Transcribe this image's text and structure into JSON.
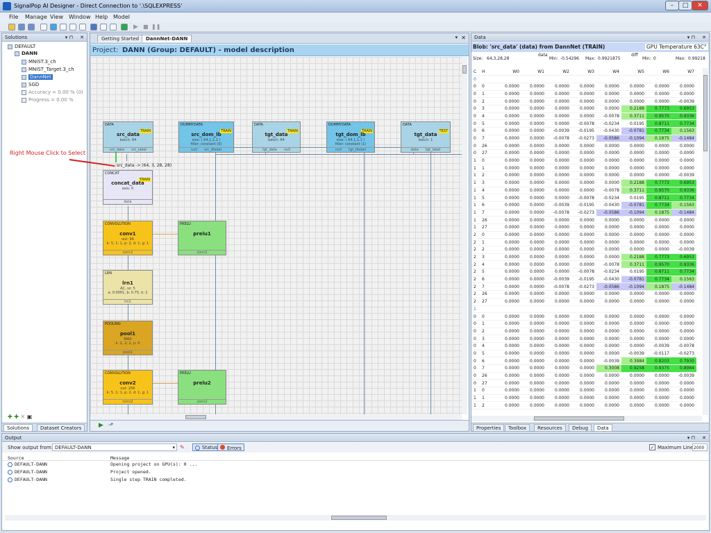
{
  "window": {
    "title": "SignalPop AI Designer - Direct Connection to '.\\SQLEXPRESS'"
  },
  "menu": [
    "File",
    "Manage",
    "View",
    "Window",
    "Help",
    "Model"
  ],
  "solutions": {
    "header": "Solutions",
    "tree": [
      {
        "label": "DEFAULT",
        "indent": 0,
        "bold": false
      },
      {
        "label": "DANN",
        "indent": 1,
        "bold": true
      },
      {
        "label": "MNIST.3_ch",
        "indent": 2,
        "bold": false
      },
      {
        "label": "MNIST_Target.3_ch",
        "indent": 2,
        "bold": false
      },
      {
        "label": "DannNet",
        "indent": 2,
        "bold": false,
        "selected": true
      },
      {
        "label": "SGD",
        "indent": 2,
        "bold": false
      },
      {
        "label": "Accuracy = 0.00 % (0)",
        "indent": 2,
        "bold": false,
        "gray": true
      },
      {
        "label": "Progress = 0.00 %",
        "indent": 2,
        "bold": false,
        "gray": true
      }
    ],
    "tabs": [
      "Solutions",
      "Dataset Creators"
    ]
  },
  "doc": {
    "tabs": [
      "Getting Started",
      "DannNet-DANN"
    ],
    "project_label": "Project:",
    "project_title": "DANN (Group: DEFAULT) -  model description",
    "annotation": "Right Mouse Click to Select",
    "wire_label": "src_data -> (64, 3, 28, 28)"
  },
  "nodes": [
    {
      "id": "src_data",
      "type": "DATA",
      "name": "src_data",
      "sub": "batch: 64",
      "badge": "TRAIN",
      "foot": [
        "src_data",
        "src_label"
      ],
      "color": "#a9d4e6"
    },
    {
      "id": "src_dom_lbl",
      "type": "DUMMYDATA",
      "name": "src_dom_lb",
      "sub": "size: ( 64,1,1,1 )\nfiller: constant (0)",
      "badge": "TRAIN",
      "foot": [
        "null",
        "src_dlabel"
      ],
      "color": "#72c4e8"
    },
    {
      "id": "tgt_data",
      "type": "DATA",
      "name": "tgt_data",
      "sub": "batch: 64",
      "badge": "TRAIN",
      "foot": [
        "tgt_data",
        "null"
      ],
      "color": "#a9d4e6"
    },
    {
      "id": "tgt_dom_lbl",
      "type": "DUMMYDATA",
      "name": "tgt_dom_lb",
      "sub": "size: ( 64,1,1,1 )\nfiller: constant (1)",
      "badge": "TRAIN",
      "foot": [
        "null",
        "tgt_dlabel"
      ],
      "color": "#72c4e8"
    },
    {
      "id": "tgt_data_test",
      "type": "DATA",
      "name": "tgt_data",
      "sub": "batch: 1",
      "badge": "TEST",
      "foot": [
        "data",
        "tgt_label"
      ],
      "color": "#a9d4e6"
    },
    {
      "id": "concat_data",
      "type": "CONCAT",
      "name": "concat_data",
      "sub": "axis: 0",
      "badge": "TRAIN",
      "foot": [
        "data"
      ],
      "color": "#e6e6f6"
    },
    {
      "id": "conv1",
      "type": "CONVOLUTION",
      "name": "conv1",
      "sub": "out: 96\nk: 5, 1; 1, p: 2, d: 1, g: 1",
      "badge": "",
      "foot": [
        "conv1"
      ],
      "color": "#f7c31a"
    },
    {
      "id": "prelu1",
      "type": "PRELU",
      "name": "prelu1",
      "sub": "",
      "badge": "",
      "foot": [
        "conv1"
      ],
      "color": "#8ae07e"
    },
    {
      "id": "lrn1",
      "type": "LRN",
      "name": "lrn1",
      "sub": "AC, sz: 5\na: 0.0001, b: 0.75, k: 2",
      "badge": "",
      "foot": [
        "lrn1"
      ],
      "color": "#ece3a9"
    },
    {
      "id": "pool1",
      "type": "POOLING",
      "name": "pool1",
      "sub": "MAX\nk: 2, 2; 2, p: 0",
      "badge": "",
      "foot": [
        "pool1"
      ],
      "color": "#d9a523"
    },
    {
      "id": "conv2",
      "type": "CONVOLUTION",
      "name": "conv2",
      "sub": "out: 256\nk: 5, 1; 1, p: 2, d: 1, g: 1",
      "badge": "",
      "foot": [
        "conv2"
      ],
      "color": "#f7c31a"
    },
    {
      "id": "prelu2",
      "type": "PRELU",
      "name": "prelu2",
      "sub": "",
      "badge": "",
      "foot": [
        "conv2"
      ],
      "color": "#8ae07e"
    }
  ],
  "data_panel": {
    "header": "Data",
    "blob_title": "Blob: 'src_data' (data) from DannNet (TRAIN)",
    "gpu": "GPU Temperature 63C°",
    "size_label": "Size:",
    "size": "64,3,28,28",
    "data_label": "data",
    "min_label": "Min:",
    "min": "-0.54296",
    "max_label": "Max:",
    "max": "0.9921875",
    "diff_label": "diff",
    "diff_min_label": "Min:",
    "diff_min": "0",
    "diff_max_label": "Max:",
    "diff_max": "0.99218",
    "columns": [
      "C",
      "H",
      "W0",
      "W1",
      "W2",
      "W3",
      "W4",
      "W5",
      "W6",
      "W7"
    ],
    "rows": [
      [
        "0",
        "",
        "",
        "",
        "",
        "",
        "",
        "",
        "",
        ""
      ],
      [
        "0",
        "0",
        "0.0000",
        "0.0000",
        "0.0000",
        "0.0000",
        "0.0000",
        "0.0000",
        "0.0000",
        "0.0000"
      ],
      [
        "0",
        "1",
        "0.0000",
        "0.0000",
        "0.0000",
        "0.0000",
        "0.0000",
        "0.0000",
        "0.0000",
        "0.0000"
      ],
      [
        "0",
        "2",
        "0.0000",
        "0.0000",
        "0.0000",
        "0.0000",
        "0.0000",
        "0.0000",
        "0.0000",
        "-0.0039"
      ],
      [
        "0",
        "3",
        "0.0000",
        "0.0000",
        "0.0000",
        "0.0000",
        "0.0000",
        "0.2188",
        "0.7773",
        "0.6953"
      ],
      [
        "0",
        "4",
        "0.0000",
        "0.0000",
        "0.0000",
        "0.0000",
        "-0.0078",
        "0.3711",
        "0.9570",
        "0.9336"
      ],
      [
        "0",
        "5",
        "0.0000",
        "0.0000",
        "0.0000",
        "-0.0078",
        "-0.0234",
        "0.0195",
        "0.8711",
        "0.7734"
      ],
      [
        "0",
        "6",
        "0.0000",
        "0.0000",
        "-0.0039",
        "-0.0195",
        "-0.0430",
        "-0.0781",
        "0.7734",
        "0.1563"
      ],
      [
        "0",
        "7",
        "0.0000",
        "0.0000",
        "-0.0078",
        "-0.0273",
        "-0.0586",
        "-0.1094",
        "0.1875",
        "-0.1484"
      ],
      [
        "0",
        "26",
        "0.0000",
        "0.0000",
        "0.0000",
        "0.0000",
        "0.0000",
        "0.0000",
        "0.0000",
        "0.0000"
      ],
      [
        "0",
        "27",
        "0.0000",
        "0.0000",
        "0.0000",
        "0.0000",
        "0.0000",
        "0.0000",
        "0.0000",
        "0.0000"
      ],
      [
        "1",
        "0",
        "0.0000",
        "0.0000",
        "0.0000",
        "0.0000",
        "0.0000",
        "0.0000",
        "0.0000",
        "0.0000"
      ],
      [
        "1",
        "1",
        "0.0000",
        "0.0000",
        "0.0000",
        "0.0000",
        "0.0000",
        "0.0000",
        "0.0000",
        "0.0000"
      ],
      [
        "1",
        "2",
        "0.0000",
        "0.0000",
        "0.0000",
        "0.0000",
        "0.0000",
        "0.0000",
        "0.0000",
        "-0.0039"
      ],
      [
        "1",
        "3",
        "0.0000",
        "0.0000",
        "0.0000",
        "0.0000",
        "0.0000",
        "0.2188",
        "0.7773",
        "0.6953"
      ],
      [
        "1",
        "4",
        "0.0000",
        "0.0000",
        "0.0000",
        "0.0000",
        "-0.0078",
        "0.3711",
        "0.9570",
        "0.9336"
      ],
      [
        "1",
        "5",
        "0.0000",
        "0.0000",
        "0.0000",
        "-0.0078",
        "-0.0234",
        "0.0195",
        "0.8711",
        "0.7734"
      ],
      [
        "1",
        "6",
        "0.0000",
        "0.0000",
        "-0.0039",
        "-0.0195",
        "-0.0430",
        "-0.0781",
        "0.7734",
        "0.1563"
      ],
      [
        "1",
        "7",
        "0.0000",
        "0.0000",
        "-0.0078",
        "-0.0273",
        "-0.0586",
        "-0.1094",
        "0.1875",
        "-0.1484"
      ],
      [
        "1",
        "26",
        "0.0000",
        "0.0000",
        "0.0000",
        "0.0000",
        "0.0000",
        "0.0000",
        "0.0000",
        "0.0000"
      ],
      [
        "1",
        "27",
        "0.0000",
        "0.0000",
        "0.0000",
        "0.0000",
        "0.0000",
        "0.0000",
        "0.0000",
        "0.0000"
      ],
      [
        "2",
        "0",
        "0.0000",
        "0.0000",
        "0.0000",
        "0.0000",
        "0.0000",
        "0.0000",
        "0.0000",
        "0.0000"
      ],
      [
        "2",
        "1",
        "0.0000",
        "0.0000",
        "0.0000",
        "0.0000",
        "0.0000",
        "0.0000",
        "0.0000",
        "0.0000"
      ],
      [
        "2",
        "2",
        "0.0000",
        "0.0000",
        "0.0000",
        "0.0000",
        "0.0000",
        "0.0000",
        "0.0000",
        "-0.0039"
      ],
      [
        "2",
        "3",
        "0.0000",
        "0.0000",
        "0.0000",
        "0.0000",
        "0.0000",
        "0.2188",
        "0.7773",
        "0.6953"
      ],
      [
        "2",
        "4",
        "0.0000",
        "0.0000",
        "0.0000",
        "0.0000",
        "-0.0078",
        "0.3711",
        "0.9570",
        "0.9336"
      ],
      [
        "2",
        "5",
        "0.0000",
        "0.0000",
        "0.0000",
        "-0.0078",
        "-0.0234",
        "0.0195",
        "0.8711",
        "0.7734"
      ],
      [
        "2",
        "6",
        "0.0000",
        "0.0000",
        "-0.0039",
        "-0.0195",
        "-0.0430",
        "-0.0781",
        "0.7734",
        "0.1563"
      ],
      [
        "2",
        "7",
        "0.0000",
        "0.0000",
        "-0.0078",
        "-0.0273",
        "-0.0586",
        "-0.1094",
        "0.1875",
        "-0.1484"
      ],
      [
        "2",
        "26",
        "0.0000",
        "0.0000",
        "0.0000",
        "0.0000",
        "0.0000",
        "0.0000",
        "0.0000",
        "0.0000"
      ],
      [
        "2",
        "27",
        "0.0000",
        "0.0000",
        "0.0000",
        "0.0000",
        "0.0000",
        "0.0000",
        "0.0000",
        "0.0000"
      ],
      [
        "1",
        "",
        "",
        "",
        "",
        "",
        "",
        "",
        "",
        ""
      ],
      [
        "0",
        "0",
        "0.0000",
        "0.0000",
        "0.0000",
        "0.0000",
        "0.0000",
        "0.0000",
        "0.0000",
        "0.0000"
      ],
      [
        "0",
        "1",
        "0.0000",
        "0.0000",
        "0.0000",
        "0.0000",
        "0.0000",
        "0.0000",
        "0.0000",
        "0.0000"
      ],
      [
        "0",
        "2",
        "0.0000",
        "0.0000",
        "0.0000",
        "0.0000",
        "0.0000",
        "0.0000",
        "0.0000",
        "0.0000"
      ],
      [
        "0",
        "3",
        "0.0000",
        "0.0000",
        "0.0000",
        "0.0000",
        "0.0000",
        "0.0000",
        "0.0000",
        "0.0000"
      ],
      [
        "0",
        "4",
        "0.0000",
        "0.0000",
        "0.0000",
        "0.0000",
        "0.0000",
        "0.0000",
        "-0.0039",
        "-0.0078"
      ],
      [
        "0",
        "5",
        "0.0000",
        "0.0000",
        "0.0000",
        "0.0000",
        "0.0000",
        "-0.0039",
        "-0.0117",
        "-0.0273"
      ],
      [
        "0",
        "6",
        "0.0000",
        "0.0000",
        "0.0000",
        "0.0000",
        "-0.0039",
        "0.3984",
        "0.8203",
        "0.7930"
      ],
      [
        "0",
        "7",
        "0.0000",
        "0.0000",
        "0.0000",
        "0.0000",
        "0.3008",
        "0.9258",
        "0.9375",
        "0.8984"
      ],
      [
        "0",
        "26",
        "0.0000",
        "0.0000",
        "0.0000",
        "0.0000",
        "0.0000",
        "0.0000",
        "0.0000",
        "-0.0039"
      ],
      [
        "0",
        "27",
        "0.0000",
        "0.0000",
        "0.0000",
        "0.0000",
        "0.0000",
        "0.0000",
        "0.0000",
        "0.0000"
      ],
      [
        "1",
        "0",
        "0.0000",
        "0.0000",
        "0.0000",
        "0.0000",
        "0.0000",
        "0.0000",
        "0.0000",
        "0.0000"
      ],
      [
        "1",
        "1",
        "0.0000",
        "0.0000",
        "0.0000",
        "0.0000",
        "0.0000",
        "0.0000",
        "0.0000",
        "0.0000"
      ],
      [
        "1",
        "2",
        "0.0000",
        "0.0000",
        "0.0000",
        "0.0000",
        "0.0000",
        "0.0000",
        "0.0000",
        "0.0000"
      ]
    ],
    "tabs": [
      "Properties",
      "Toolbox",
      "Resources",
      "Debug",
      "Data"
    ]
  },
  "output": {
    "header": "Output",
    "show_label": "Show output from:",
    "source_value": "DEFAULT-DANN",
    "status_btn": "Status",
    "errors_btn": "Errors",
    "max_lines_label": "Maximum Lines:",
    "max_lines": "2000",
    "col_source": "Source",
    "col_message": "Message",
    "rows": [
      {
        "source": "DEFAULT-DANN",
        "message": "Opening project on GPU(s): 0 ..."
      },
      {
        "source": "DEFAULT-DANN",
        "message": "Project opened."
      },
      {
        "source": "DEFAULT-DANN",
        "message": "Single step TRAIN completed."
      }
    ]
  },
  "colors": {
    "accent": "#1c5fb8",
    "green_high": "#44e044",
    "green_low": "#a6f08c",
    "negative": "#c7c8f6",
    "annotation": "#d42020"
  }
}
